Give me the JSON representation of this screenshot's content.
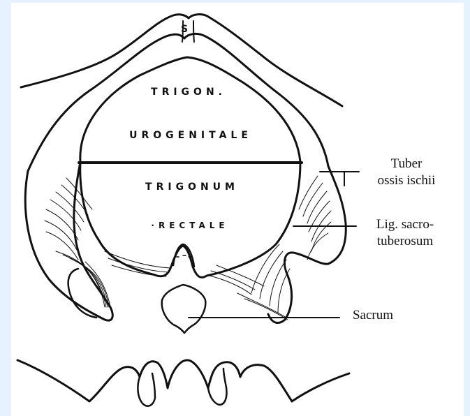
{
  "inner_labels": {
    "s": "S",
    "trigon": "TRIGON.",
    "urogenitale": "UROGENITALE",
    "trigonum": "TRIGONUM",
    "rectale": "·RECTALE"
  },
  "side_labels": {
    "tuber_line1": "Tuber",
    "tuber_line2": "ossis ischii",
    "lig_line1": "Lig. sacro-",
    "lig_line2": "tuberosum",
    "sacrum": "Sacrum"
  },
  "colors": {
    "background": "#e6f2ff",
    "plate": "#ffffff",
    "ink": "#111111"
  }
}
